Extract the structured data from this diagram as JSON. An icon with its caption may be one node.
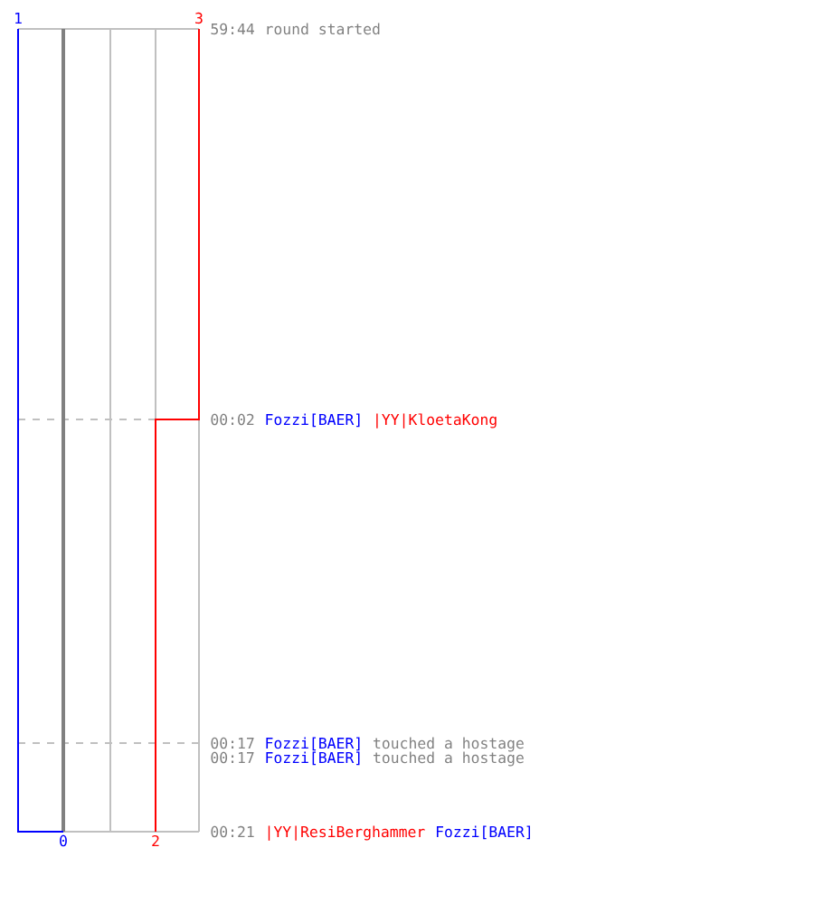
{
  "diagram": {
    "labels": [
      "1",
      "3",
      "59:44",
      "round started",
      "00:02",
      "Fozzi[BAER]",
      "|YY|KloetaKong",
      "00:17",
      "Fozzi[BAER]",
      "touched a hostage",
      "00:17",
      "Fozzi[BAER]",
      "touched a hostage",
      "00:21",
      "|YY|ResiBerghammer",
      "Fozzi[BAER]",
      "0",
      "2"
    ]
  }
}
